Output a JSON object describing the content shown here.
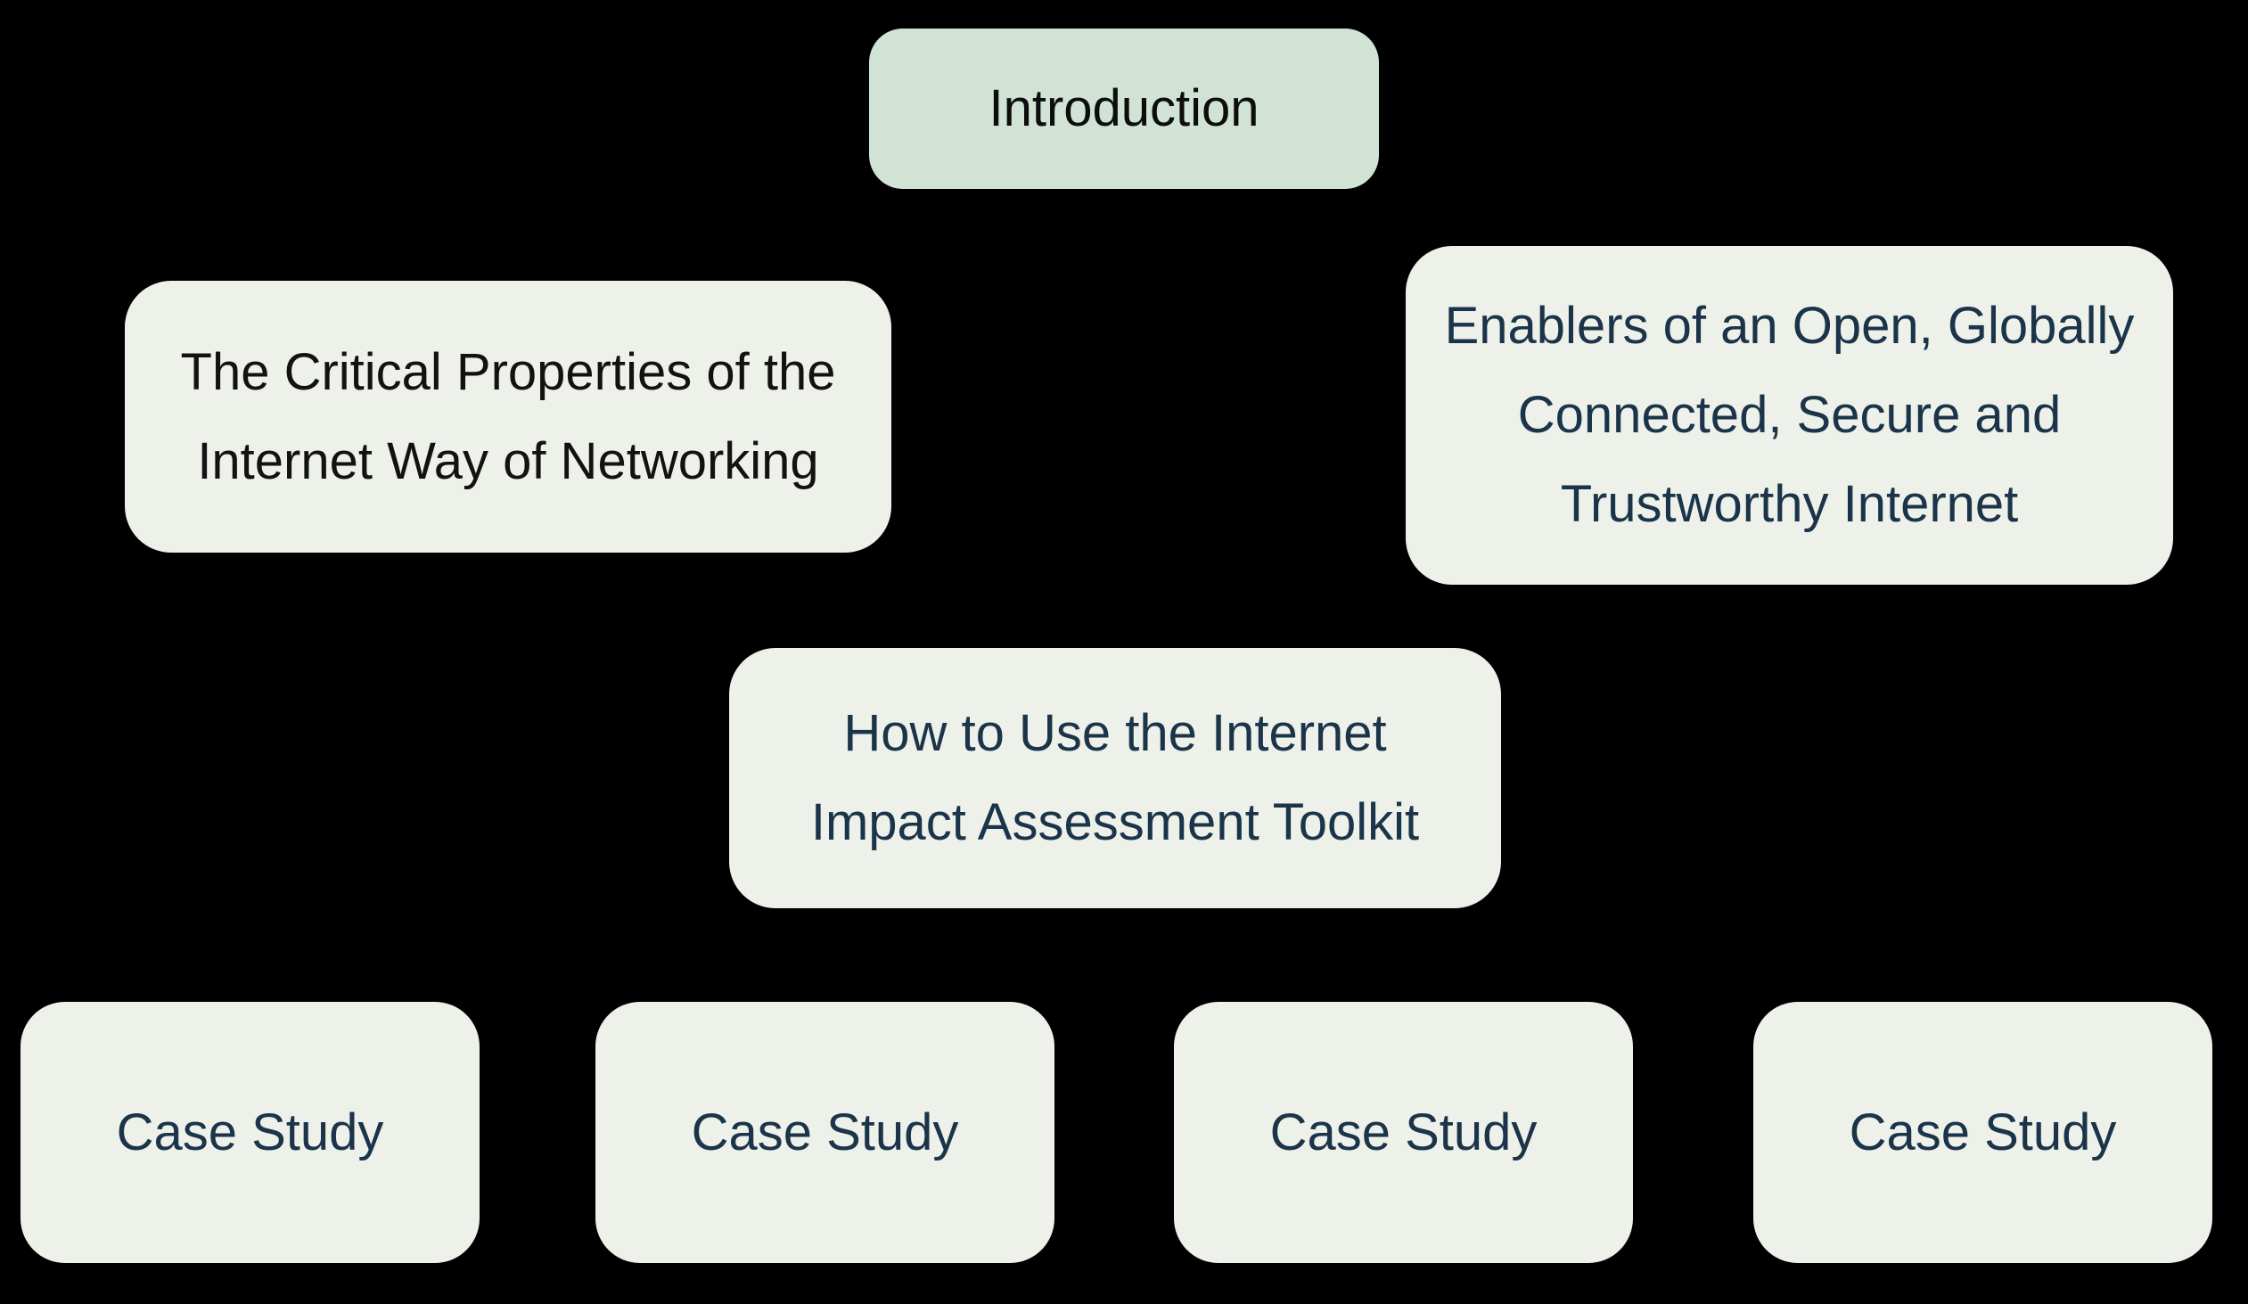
{
  "diagram": {
    "title": "Internet Impact Assessment Toolkit contents flowchart",
    "background_color": "#000000",
    "colors": {
      "intro_node_bg": "#d0e3d4",
      "light_node_bg": "#edf1ea",
      "black_text": "#0d0d0d",
      "navy_text": "#1b3449"
    },
    "nodes": {
      "introduction": {
        "label": "Introduction",
        "bg": "#d0e3d4",
        "text_color": "#0d0d0d"
      },
      "critical_properties": {
        "lines": [
          "The Critical Properties of the",
          "Internet Way of Networking"
        ],
        "bg": "#edf1ea",
        "text_color": "#121212"
      },
      "enablers": {
        "lines": [
          "Enablers of an Open, Globally",
          "Connected, Secure and",
          "Trustworthy Internet"
        ],
        "bg": "#edf1ea",
        "text_color": "#1b3449"
      },
      "toolkit": {
        "lines": [
          "How to Use the Internet",
          "Impact Assessment Toolkit"
        ],
        "bg": "#edf1ea",
        "text_color": "#1b3449"
      },
      "case_studies": [
        {
          "label": "Case Study",
          "bg": "#edf1ea",
          "text_color": "#1b3449"
        },
        {
          "label": "Case Study",
          "bg": "#edf1ea",
          "text_color": "#1b3449"
        },
        {
          "label": "Case Study",
          "bg": "#edf1ea",
          "text_color": "#1b3449"
        },
        {
          "label": "Case Study",
          "bg": "#edf1ea",
          "text_color": "#1b3449"
        }
      ]
    }
  }
}
